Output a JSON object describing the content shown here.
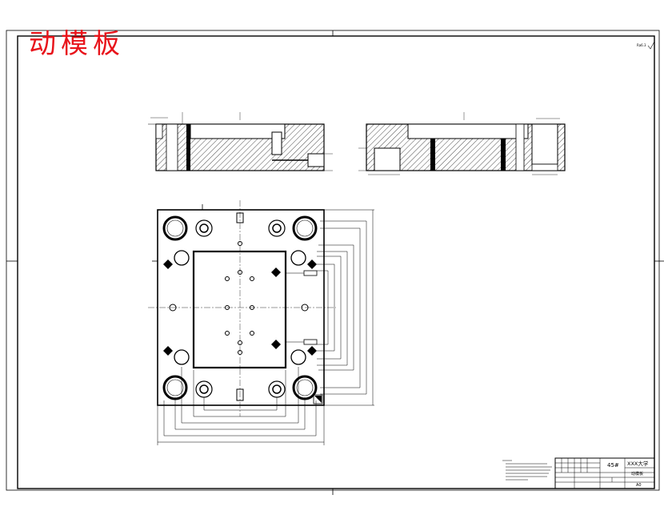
{
  "drawing": {
    "title": "动模板",
    "roughness_mark": "Ra6.3"
  },
  "title_block": {
    "material": "45#",
    "school": "XXX大学",
    "part_name": "动模板",
    "scale": "A0"
  },
  "colors": {
    "title": "#e8141b",
    "line": "#000000"
  }
}
